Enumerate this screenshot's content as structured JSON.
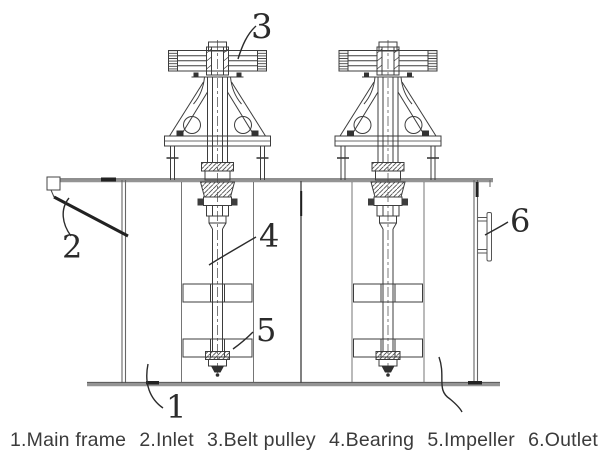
{
  "figure": {
    "caption_items_order": [
      "1",
      "2",
      "3",
      "4",
      "5",
      "6"
    ]
  },
  "parts": [
    {
      "number": "1",
      "name": "Main frame",
      "caption": "1.Main frame"
    },
    {
      "number": "2",
      "name": "Inlet",
      "caption": "2.Inlet"
    },
    {
      "number": "3",
      "name": "Belt pulley",
      "caption": "3.Belt pulley"
    },
    {
      "number": "4",
      "name": "Bearing",
      "caption": "4.Bearing"
    },
    {
      "number": "5",
      "name": "Impeller",
      "caption": "5.Impeller"
    },
    {
      "number": "6",
      "name": "Outlet",
      "caption": "6.Outlet"
    }
  ],
  "colors": {
    "line": "#3d3d3d",
    "dark_line": "#2b2b2b",
    "structure_gray": "#949494",
    "background": "#ffffff",
    "caption_text": "#3b3b3b"
  }
}
